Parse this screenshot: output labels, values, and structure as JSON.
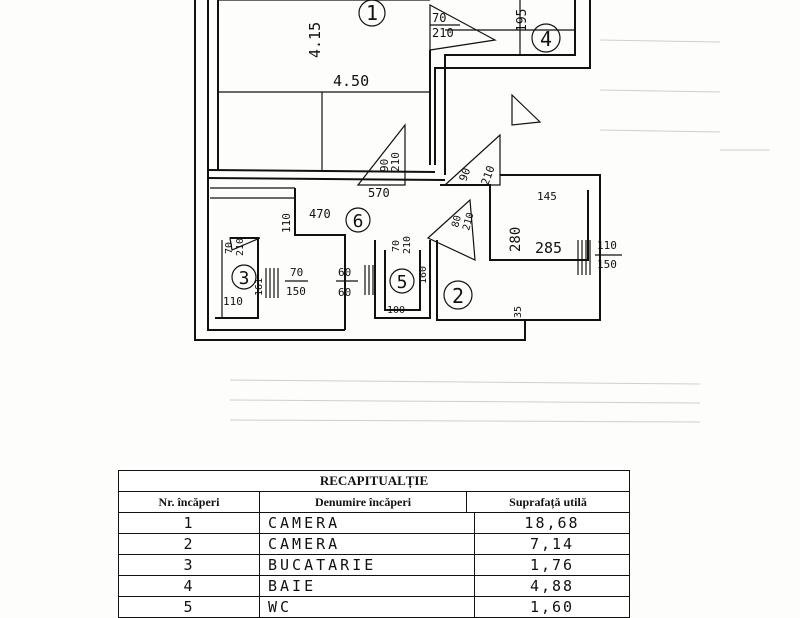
{
  "plan": {
    "rooms": [
      "1",
      "2",
      "3",
      "4",
      "5",
      "6"
    ],
    "dims": {
      "r1_height": "4.15",
      "r1_width": "4.50",
      "r4_width": "195",
      "door_1": [
        "70",
        "210"
      ],
      "door_a": [
        "90",
        "210"
      ],
      "door_b": [
        "90",
        "210"
      ],
      "hall_width": "570",
      "hall_length": "470",
      "hall_110": "110",
      "door_3_top": [
        "70",
        "210"
      ],
      "window_3": [
        "70",
        "150"
      ],
      "r3_110": "110",
      "r3_161": "161",
      "door_5_top": [
        "70",
        "210"
      ],
      "door_5_side": [
        "60",
        "60"
      ],
      "door_2": [
        "80",
        "210"
      ],
      "r5_100": "100",
      "r5_160": "160",
      "r2_145": "145",
      "r2_280": "280",
      "r2_285": "285",
      "window_2": [
        "110",
        "150"
      ],
      "r2_35": "35"
    }
  },
  "recap": {
    "title": "RECAPITUALȚIE",
    "headers": [
      "Nr. încăperi",
      "Denumire încăperi",
      "Suprafață utilă"
    ],
    "rows": [
      [
        "1",
        "CAMERA",
        "18,68"
      ],
      [
        "2",
        "CAMERA",
        "7,14"
      ],
      [
        "3",
        "BUCATARIE",
        "1,76"
      ],
      [
        "4",
        "BAIE",
        "4,88"
      ],
      [
        "5",
        "WC",
        "1,60"
      ]
    ]
  }
}
